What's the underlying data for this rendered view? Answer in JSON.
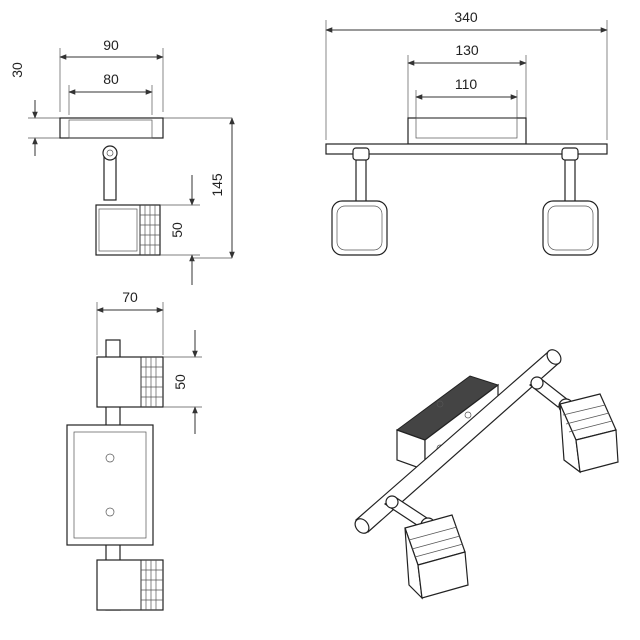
{
  "dimensions": {
    "side_outer_width": "90",
    "side_inner_width": "80",
    "side_base_height": "30",
    "side_total_height": "145",
    "side_head_height": "50",
    "front_total_width": "340",
    "front_plate_width": "130",
    "front_inner_width": "110",
    "top_depth": "70",
    "top_head_height": "50"
  },
  "colors": {
    "line": "#333333",
    "dark_fill": "#444444",
    "background": "#ffffff"
  }
}
